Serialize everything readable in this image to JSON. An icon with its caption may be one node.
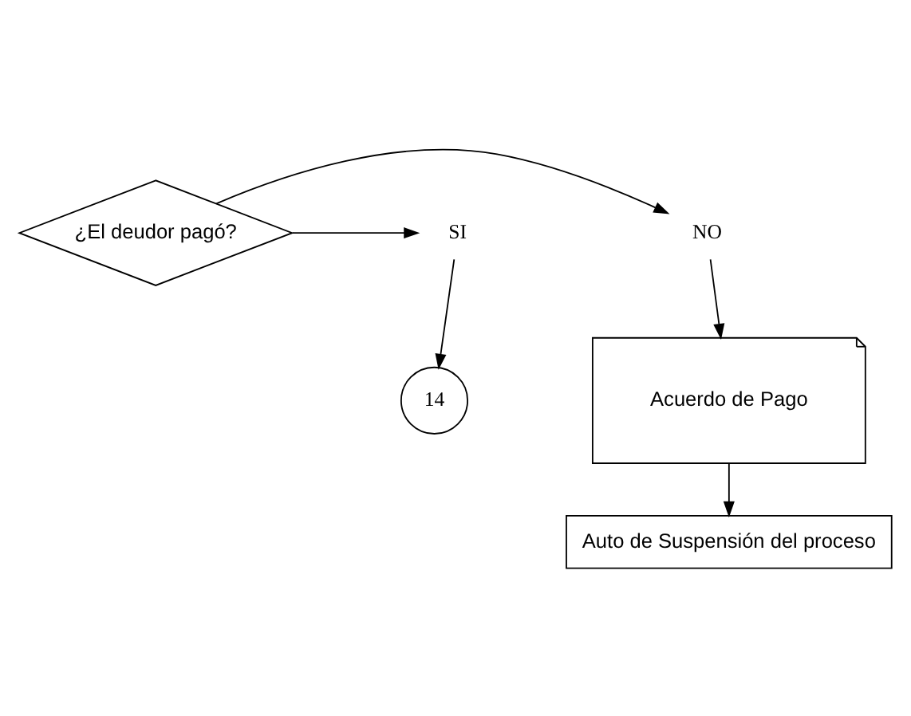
{
  "diagram": {
    "nodes": [
      {
        "text": [
          "¿El deudor pagó?"
        ]
      },
      {
        "text": [
          "NO"
        ]
      },
      {
        "text": [
          "SI"
        ]
      },
      {
        "text": [
          "14"
        ]
      },
      {
        "text": [
          "Acuerdo de Pago"
        ]
      },
      {
        "text": [
          "Auto de Suspensión del proceso"
        ]
      }
    ],
    "edges": [
      {
        "from": 0,
        "to": 1,
        "arrow": "to"
      },
      {
        "from": 0,
        "to": 2,
        "arrow": "to"
      },
      {
        "from": 2,
        "to": 3,
        "arrow": "to"
      },
      {
        "from": 1,
        "to": 4,
        "arrow": "to"
      },
      {
        "from": 4,
        "to": 5,
        "arrow": "to"
      }
    ]
  }
}
